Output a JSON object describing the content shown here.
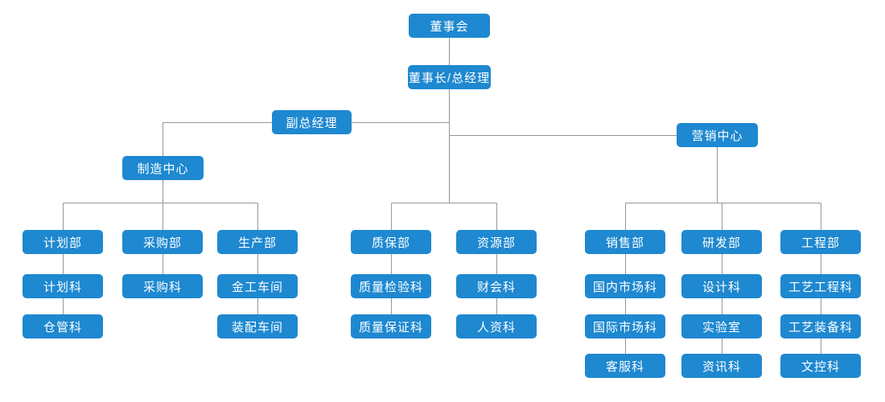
{
  "palette": {
    "node_fill": "#1e88d0",
    "node_text": "#ffffff",
    "connector": "#969696",
    "background": "#ffffff"
  },
  "org": {
    "board": {
      "label": "董事会"
    },
    "chairman_gm": {
      "label": "董事长/总经理"
    },
    "deputy_gm": {
      "label": "副总经理"
    },
    "marketing_center": {
      "label": "营销中心"
    },
    "manufacturing_center": {
      "label": "制造中心"
    },
    "planning_dept": {
      "label": "计划部"
    },
    "planning_section": {
      "label": "计划科"
    },
    "warehouse_section": {
      "label": "仓管科"
    },
    "purchasing_dept": {
      "label": "采购部"
    },
    "purchasing_section": {
      "label": "采购科"
    },
    "production_dept": {
      "label": "生产部"
    },
    "metalwork_shop": {
      "label": "金工车间"
    },
    "assembly_shop": {
      "label": "装配车间"
    },
    "qa_dept": {
      "label": "质保部"
    },
    "quality_inspection_section": {
      "label": "质量检验科"
    },
    "quality_assurance_section": {
      "label": "质量保证科"
    },
    "resources_dept": {
      "label": "资源部"
    },
    "finance_accounting_section": {
      "label": "财会科"
    },
    "hr_section": {
      "label": "人资科"
    },
    "sales_dept": {
      "label": "销售部"
    },
    "domestic_market_section": {
      "label": "国内市场科"
    },
    "intl_market_section": {
      "label": "国际市场科"
    },
    "customer_service_section": {
      "label": "客服科"
    },
    "rd_dept": {
      "label": "研发部"
    },
    "design_section": {
      "label": "设计科"
    },
    "laboratory": {
      "label": "实验室"
    },
    "info_section": {
      "label": "资讯科"
    },
    "engineering_dept": {
      "label": "工程部"
    },
    "process_engineering_section": {
      "label": "工艺工程科"
    },
    "process_equipment_section": {
      "label": "工艺装备科"
    },
    "document_control_section": {
      "label": "文控科"
    }
  },
  "hierarchy": {
    "board": [
      "chairman_gm"
    ],
    "chairman_gm": [
      "deputy_gm",
      "qa_dept",
      "resources_dept",
      "marketing_center"
    ],
    "deputy_gm": [
      "manufacturing_center"
    ],
    "manufacturing_center": [
      "planning_dept",
      "purchasing_dept",
      "production_dept"
    ],
    "planning_dept": [
      "planning_section"
    ],
    "planning_section": [
      "warehouse_section"
    ],
    "purchasing_dept": [
      "purchasing_section"
    ],
    "production_dept": [
      "metalwork_shop"
    ],
    "metalwork_shop": [
      "assembly_shop"
    ],
    "qa_dept": [
      "quality_inspection_section"
    ],
    "quality_inspection_section": [
      "quality_assurance_section"
    ],
    "resources_dept": [
      "finance_accounting_section"
    ],
    "finance_accounting_section": [
      "hr_section"
    ],
    "marketing_center": [
      "sales_dept",
      "rd_dept",
      "engineering_dept"
    ],
    "sales_dept": [
      "domestic_market_section"
    ],
    "domestic_market_section": [
      "intl_market_section"
    ],
    "intl_market_section": [
      "customer_service_section"
    ],
    "rd_dept": [
      "design_section"
    ],
    "design_section": [
      "laboratory"
    ],
    "laboratory": [
      "info_section"
    ],
    "engineering_dept": [
      "process_engineering_section"
    ],
    "process_engineering_section": [
      "process_equipment_section"
    ],
    "process_equipment_section": [
      "document_control_section"
    ]
  }
}
